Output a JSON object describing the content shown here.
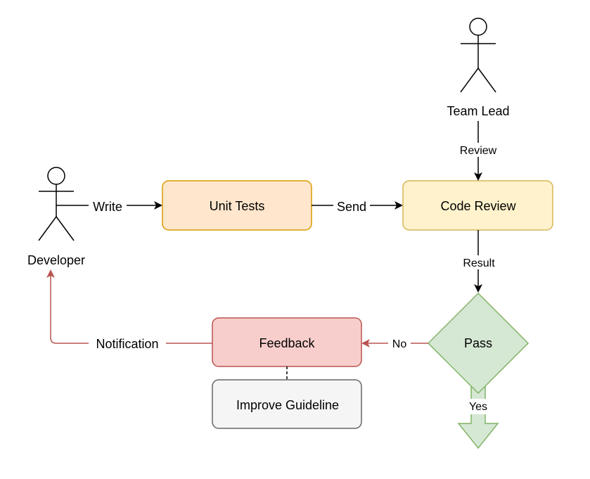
{
  "actors": {
    "developer": "Developer",
    "team_lead": "Team Lead"
  },
  "boxes": {
    "unit_tests": "Unit Tests",
    "code_review": "Code Review",
    "feedback": "Feedback",
    "improve_guideline": "Improve Guideline"
  },
  "decision": {
    "pass": "Pass"
  },
  "edges": {
    "write": "Write",
    "send": "Send",
    "review": "Review",
    "result": "Result",
    "no": "No",
    "yes": "Yes",
    "notification": "Notification"
  },
  "colors": {
    "unit_tests_fill": "#ffe6cc",
    "unit_tests_stroke": "#d79b00",
    "code_review_fill": "#fff2cc",
    "code_review_stroke": "#d6b656",
    "feedback_fill": "#f8cecc",
    "feedback_stroke": "#b85450",
    "guideline_fill": "#f5f5f5",
    "guideline_stroke": "#666666",
    "pass_fill": "#d5e8d4",
    "pass_stroke": "#82b366",
    "red_edge": "#b85450"
  }
}
